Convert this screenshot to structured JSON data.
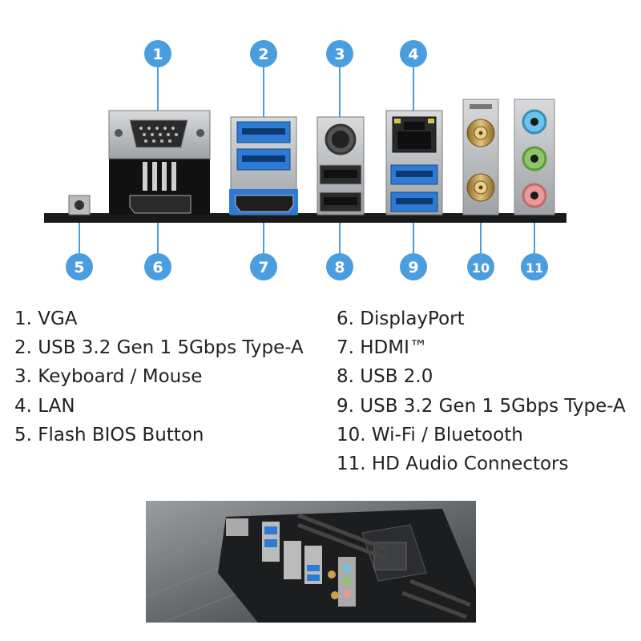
{
  "callouts": [
    {
      "number": "1",
      "label": "VGA"
    },
    {
      "number": "2",
      "label": "USB 3.2 Gen 1 5Gbps Type-A"
    },
    {
      "number": "3",
      "label": "Keyboard / Mouse"
    },
    {
      "number": "4",
      "label": "LAN"
    },
    {
      "number": "5",
      "label": "Flash BIOS Button"
    },
    {
      "number": "6",
      "label": "DisplayPort"
    },
    {
      "number": "7",
      "label": "HDMI™"
    },
    {
      "number": "8",
      "label": "USB 2.0"
    },
    {
      "number": "9",
      "label": "USB 3.2 Gen 1 5Gbps Type-A"
    },
    {
      "number": "10",
      "label": "Wi-Fi / Bluetooth"
    },
    {
      "number": "11",
      "label": "HD Audio Connectors"
    }
  ],
  "legend": {
    "left": [
      "1. VGA",
      "2. USB 3.2 Gen 1 5Gbps Type-A",
      "3. Keyboard / Mouse",
      "4. LAN",
      "5. Flash BIOS Button"
    ],
    "right": [
      "6. DisplayPort",
      "7. HDMI™",
      "8. USB 2.0",
      "9. USB 3.2 Gen 1 5Gbps Type-A",
      "10. Wi-Fi / Bluetooth",
      "11. HD Audio Connectors"
    ]
  },
  "colors": {
    "callout": "#4a9ee0",
    "usb3": "#2e7bd6",
    "audio_blue": "#6ac3e8",
    "audio_green": "#8fc66a",
    "audio_pink": "#e89a9a",
    "gold": "#c9a24a"
  }
}
